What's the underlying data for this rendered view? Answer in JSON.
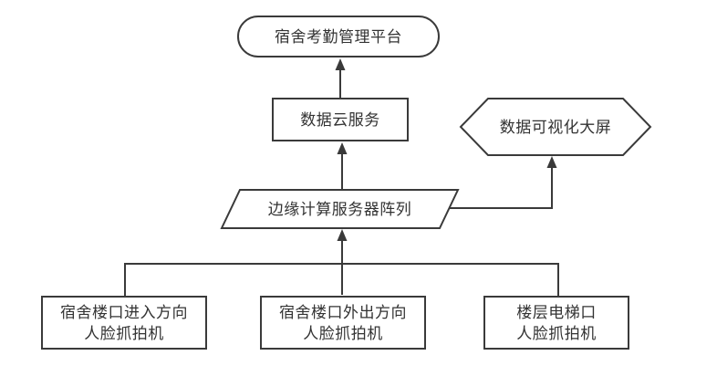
{
  "diagram": {
    "nodes": {
      "platform": {
        "label": "宿舍考勤管理平台",
        "shape": "stadium"
      },
      "cloud_service": {
        "label": "数据云服务",
        "shape": "rectangle"
      },
      "visualization_screen": {
        "label": "数据可视化大屏",
        "shape": "hexagon"
      },
      "edge_server_array": {
        "label": "边缘计算服务器阵列",
        "shape": "parallelogram"
      },
      "camera_entry": {
        "line1": "宿舍楼口进入方向",
        "line2": "人脸抓拍机",
        "shape": "rectangle"
      },
      "camera_exit": {
        "line1": "宿舍楼口外出方向",
        "line2": "人脸抓拍机",
        "shape": "rectangle"
      },
      "camera_elevator": {
        "line1": "楼层电梯口",
        "line2": "人脸抓拍机",
        "shape": "rectangle"
      }
    },
    "edges": [
      {
        "from": "cloud_service",
        "to": "platform",
        "arrow": "up"
      },
      {
        "from": "edge_server_array",
        "to": "cloud_service",
        "arrow": "up"
      },
      {
        "from": "edge_server_array",
        "to": "visualization_screen",
        "arrow": "up"
      },
      {
        "from": "camera_entry",
        "to": "edge_server_array",
        "arrow": "up"
      },
      {
        "from": "camera_exit",
        "to": "edge_server_array",
        "arrow": "up"
      },
      {
        "from": "camera_elevator",
        "to": "edge_server_array",
        "arrow": "up"
      }
    ],
    "colors": {
      "stroke": "#3a3a3a",
      "text": "#333333",
      "background": "#ffffff"
    }
  }
}
